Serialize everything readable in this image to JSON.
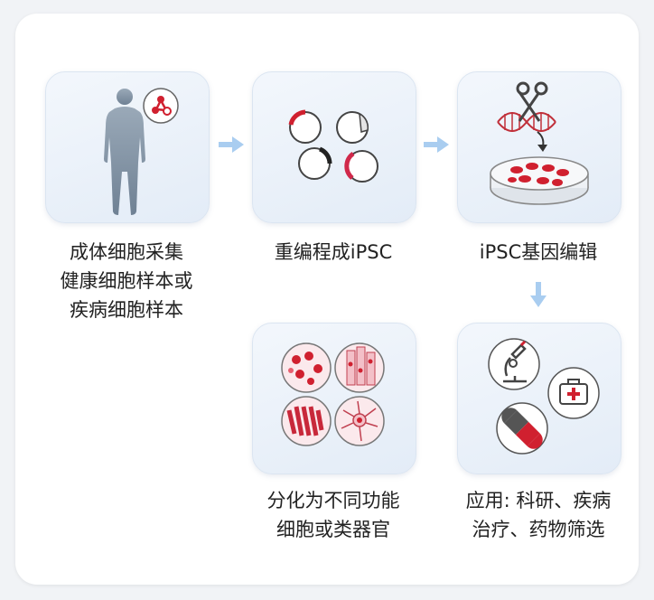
{
  "steps": [
    {
      "id": "collect",
      "lines": [
        "成体细胞采集",
        "健康细胞样本或",
        "疾病细胞样本"
      ]
    },
    {
      "id": "reprogram",
      "lines": [
        "重编程成iPSC"
      ]
    },
    {
      "id": "edit",
      "lines": [
        "iPSC基因编辑"
      ]
    },
    {
      "id": "differentiate",
      "lines": [
        "分化为不同功能",
        "细胞或类器官"
      ]
    },
    {
      "id": "apply",
      "lines": [
        "应用: 科研、疾病",
        "治疗、药物筛选"
      ]
    }
  ],
  "colors": {
    "accent_red": "#d0202f",
    "arrow_blue": "#a9cdf0",
    "body_gray": "#8a9aab",
    "tile_bg": "#e6eef8"
  },
  "icons": [
    "human-silhouette-icon",
    "molecule-icon",
    "plasmid-rings-icon",
    "scissors-icon",
    "dna-strand-icon",
    "petri-dish-icon",
    "cell-types-icon",
    "microscope-icon",
    "first-aid-kit-icon",
    "pill-capsule-icon"
  ]
}
